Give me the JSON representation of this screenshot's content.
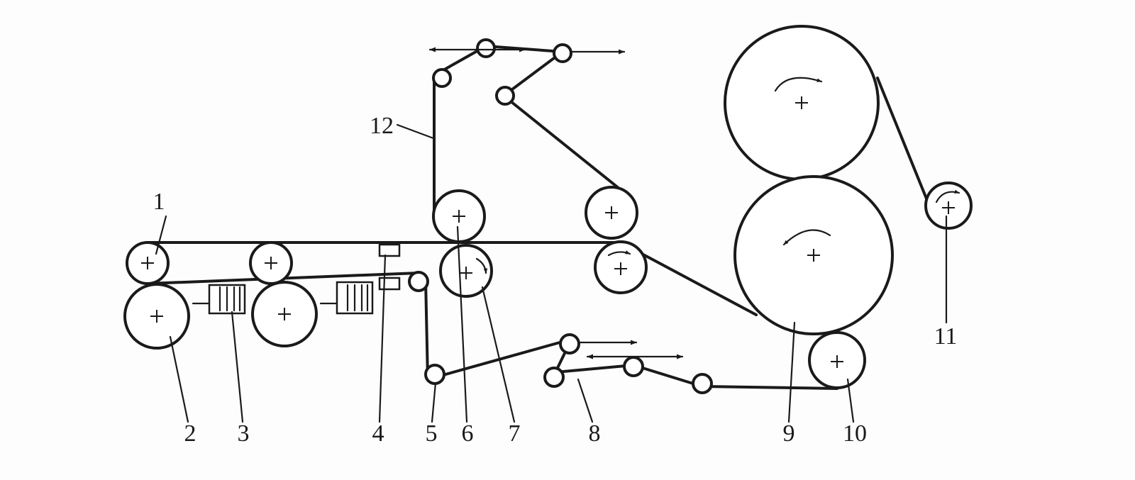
{
  "labels": {
    "l1": "1",
    "l2": "2",
    "l3": "3",
    "l4": "4",
    "l5": "5",
    "l6": "6",
    "l7": "7",
    "l8": "8",
    "l9": "9",
    "l10": "10",
    "l11": "11",
    "l12": "12"
  },
  "colors": {
    "line": "#1a1a1a",
    "background": "#fdfdfd"
  }
}
